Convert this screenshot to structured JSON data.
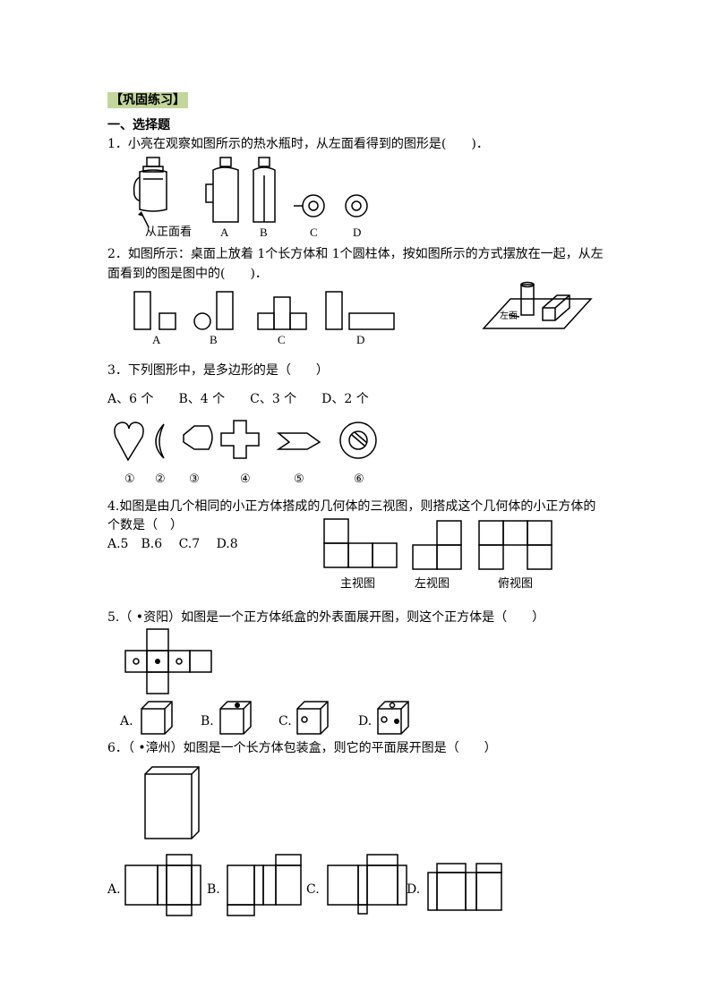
{
  "section": {
    "title": "【巩固练习】",
    "subtitle": "一、选择题"
  },
  "q1": {
    "text": "1．小亮在观察如图所示的热水瓶时，从左面看得到的图形是(　　)．",
    "front_label": "从正面看",
    "options": [
      "A",
      "B",
      "C",
      "D"
    ]
  },
  "q2": {
    "line1": "2．如图所示：桌面上放着 1个长方体和 1个圆柱体，按如图所示的方式摆放在一起，从左",
    "line2": "面看到的图是图中的(　　)．",
    "left_label": "左面",
    "options": [
      "A",
      "B",
      "C",
      "D"
    ]
  },
  "q3": {
    "text": "3．下列图形中，是多边形的是（　　）",
    "choices": "A、6 个　　B、4 个　　C、3 个　　D、2 个",
    "labels": [
      "①",
      "②",
      "③",
      "④",
      "⑤",
      "⑥"
    ]
  },
  "q4": {
    "line1": "4.如图是由几个相同的小正方体搭成的几何体的三视图，则搭成这个几何体的小正方体的",
    "line2": "个数是（　）",
    "choices": "A.5　B.6　 C.7　 D.8",
    "views": [
      "主视图",
      "左视图",
      "俯视图"
    ]
  },
  "q5": {
    "text": "5.（ •资阳）如图是一个正方体纸盒的外表面展开图，则这个正方体是（　　）",
    "options": [
      "A.",
      "B.",
      "C.",
      "D."
    ]
  },
  "q6": {
    "text": "6．（ •漳州）如图是一个长方体包装盒，则它的平面展开图是（　　）",
    "options": [
      "A.",
      "B.",
      "C.",
      "D."
    ]
  }
}
